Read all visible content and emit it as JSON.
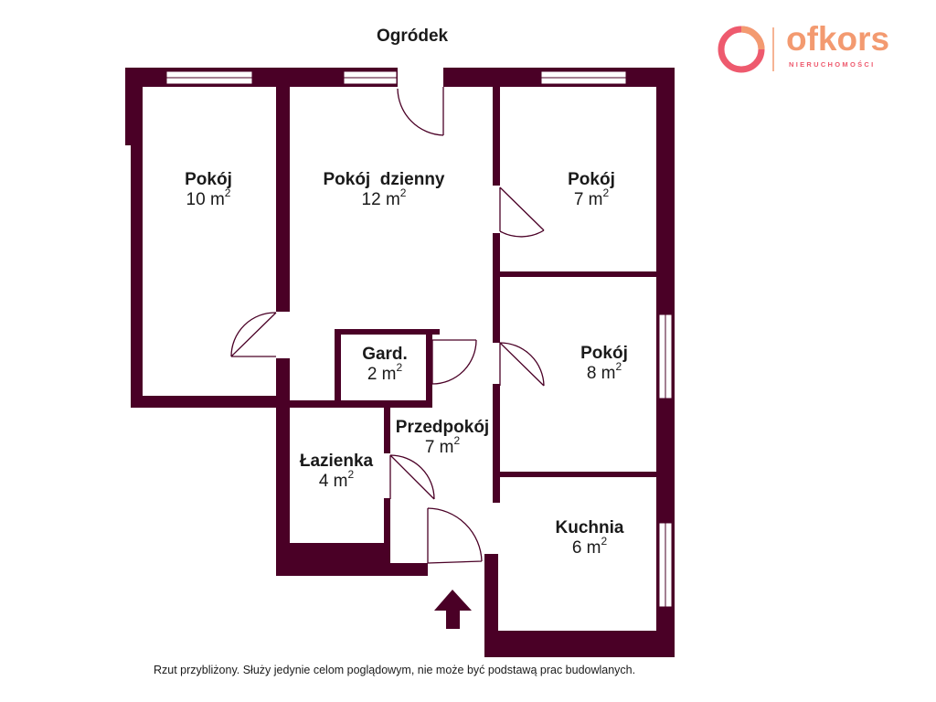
{
  "garden_label": "Ogródek",
  "disclaimer": "Rzut przybliżony. Służy jedynie celom poglądowym, nie może być podstawą prac budowlanych.",
  "logo": {
    "brand": "ofkors",
    "tagline": "NIERUCHOMOŚCI",
    "colors": [
      "#ee5a6e",
      "#f39a70"
    ]
  },
  "wall_color": "#4a0026",
  "rooms": [
    {
      "name": "Pokój",
      "area": "10 m",
      "exp": "2"
    },
    {
      "name": "Pokój  dzienny",
      "area": "12 m",
      "exp": "2"
    },
    {
      "name": "Pokój",
      "area": "7 m",
      "exp": "2"
    },
    {
      "name": "Pokój",
      "area": "8 m",
      "exp": "2"
    },
    {
      "name": "Gard.",
      "area": "2 m",
      "exp": "2"
    },
    {
      "name": "Przedpokój",
      "area": "7 m",
      "exp": "2"
    },
    {
      "name": "Łazienka",
      "area": "4 m",
      "exp": "2"
    },
    {
      "name": "Kuchnia",
      "area": "6 m",
      "exp": "2"
    }
  ],
  "entrance_icon": "up-arrow-icon"
}
